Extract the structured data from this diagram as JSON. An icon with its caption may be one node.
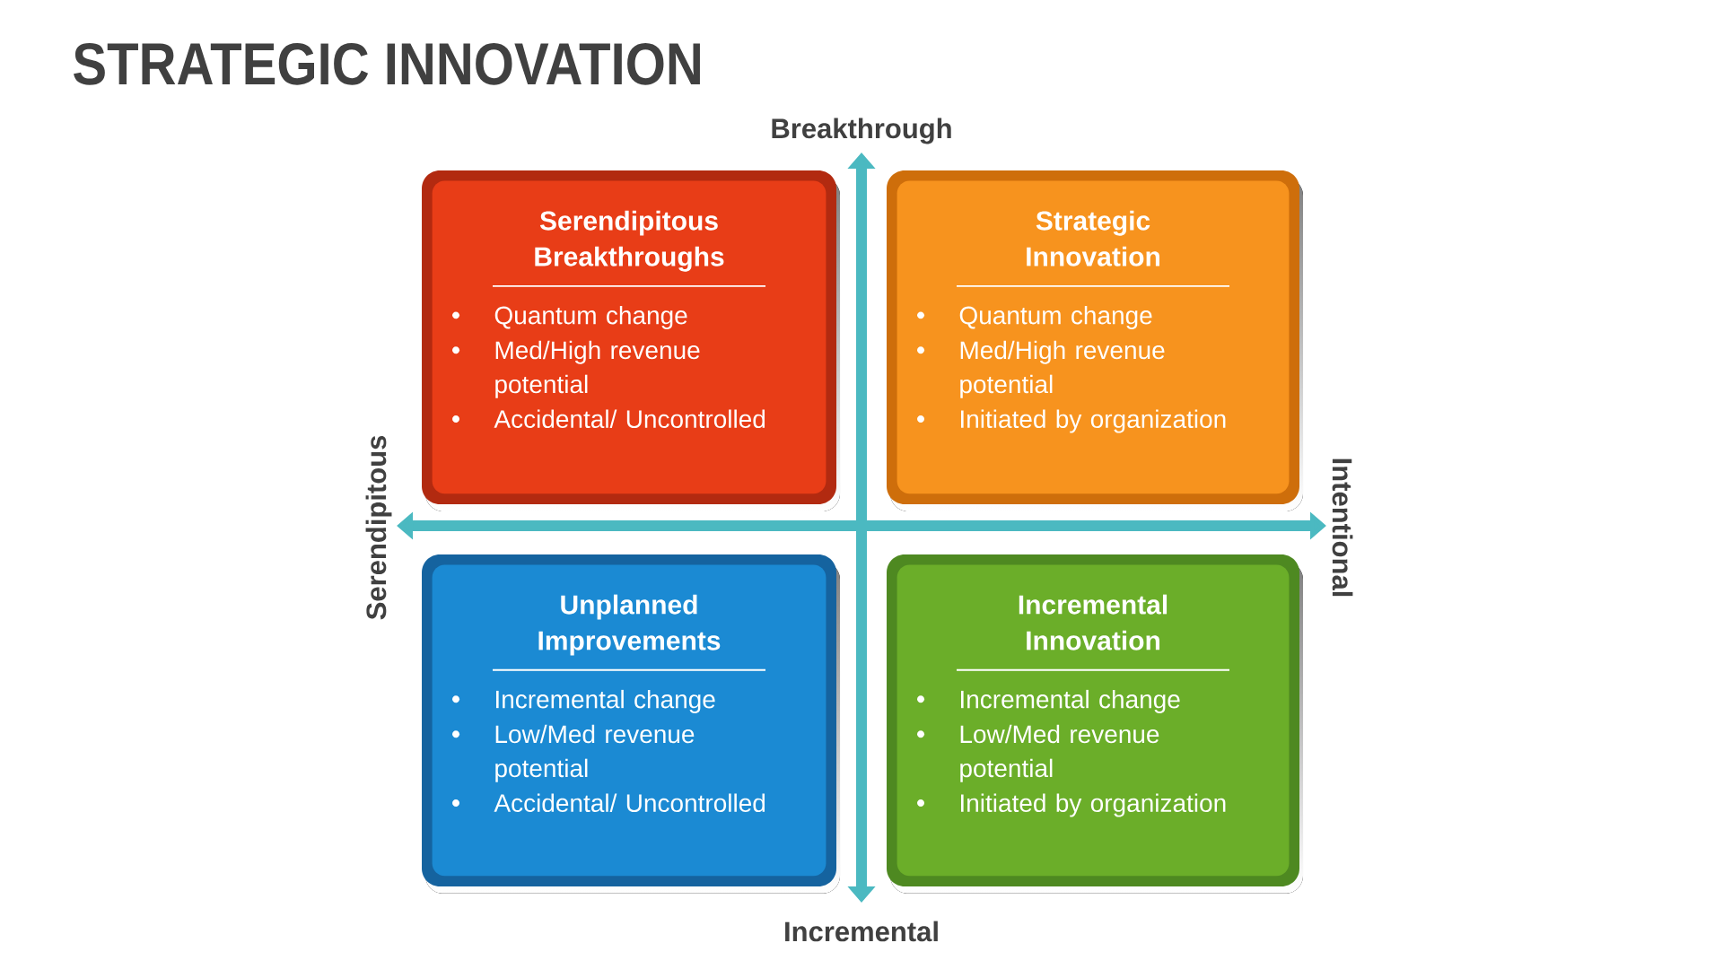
{
  "diagram": {
    "title": "STRATEGIC INNOVATION",
    "nodes": [
      {
        "text": [
          "Serendipitous Breakthroughs",
          "Quantum change",
          "Med/High revenue potential",
          "Accidental/ Uncontrolled"
        ]
      },
      {
        "text": [
          "Strategic Innovation",
          "Quantum change",
          "Med/High revenue potential",
          "Initiated by organization"
        ]
      },
      {
        "text": [
          "Unplanned Improvements",
          "Incremental change",
          "Low/Med revenue potential",
          "Accidental/ Uncontrolled"
        ]
      },
      {
        "text": [
          "Incremental Innovation",
          "Incremental change",
          "Low/Med revenue potential",
          "Initiated by organization"
        ]
      }
    ],
    "labels": [
      "Breakthrough",
      "Serendipitous",
      "Intentional",
      "Incremental"
    ]
  }
}
